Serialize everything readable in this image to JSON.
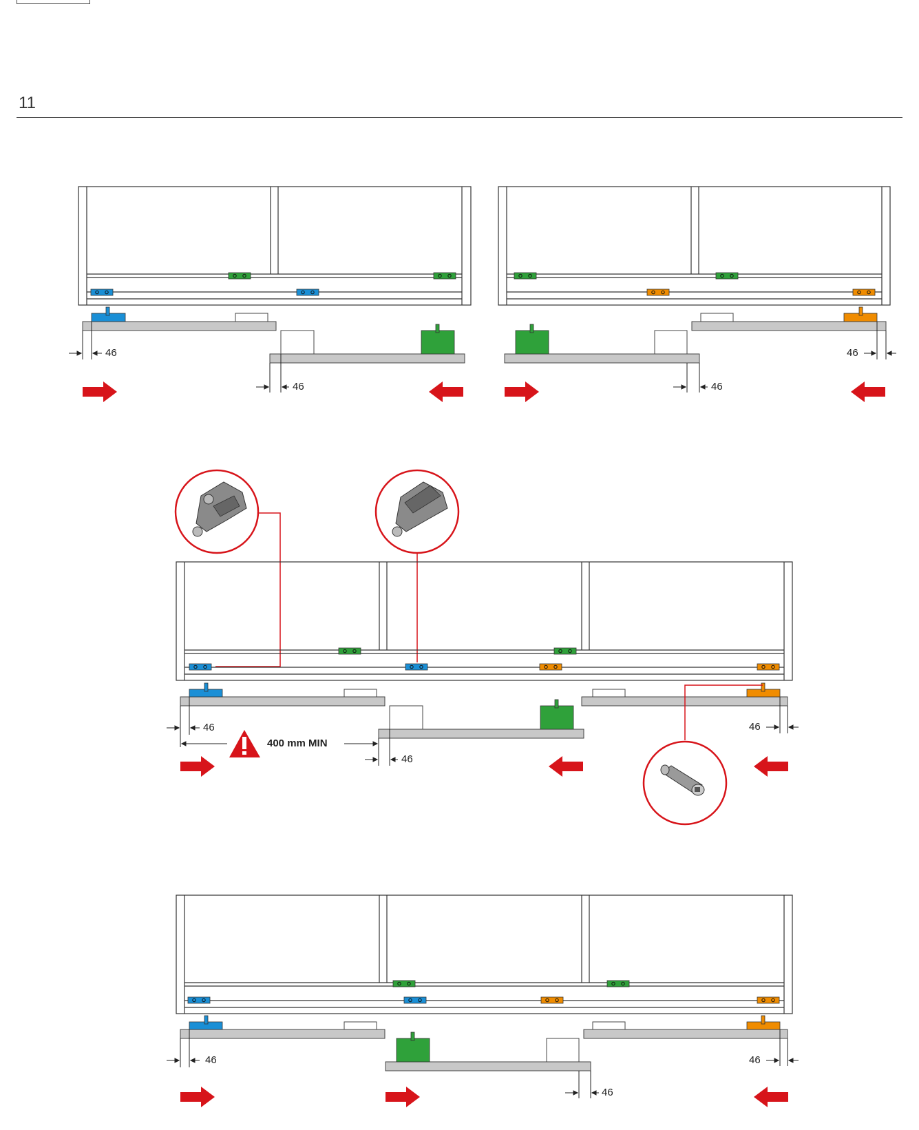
{
  "page": {
    "number": "11"
  },
  "dimensions": {
    "offset": "46",
    "min_label": "400 mm MIN"
  },
  "colors": {
    "blue_clip": "#1a8fd6",
    "green_clip": "#2fa13a",
    "orange_clip": "#f08c00",
    "arrow_red": "#d7141a",
    "panel_grey": "#c8c8c8",
    "callout_red": "#d7141a"
  },
  "icons": [
    "arrow-right-icon",
    "arrow-left-icon",
    "warning-triangle-icon",
    "clip-detail-icon",
    "stopper-detail-icon"
  ]
}
